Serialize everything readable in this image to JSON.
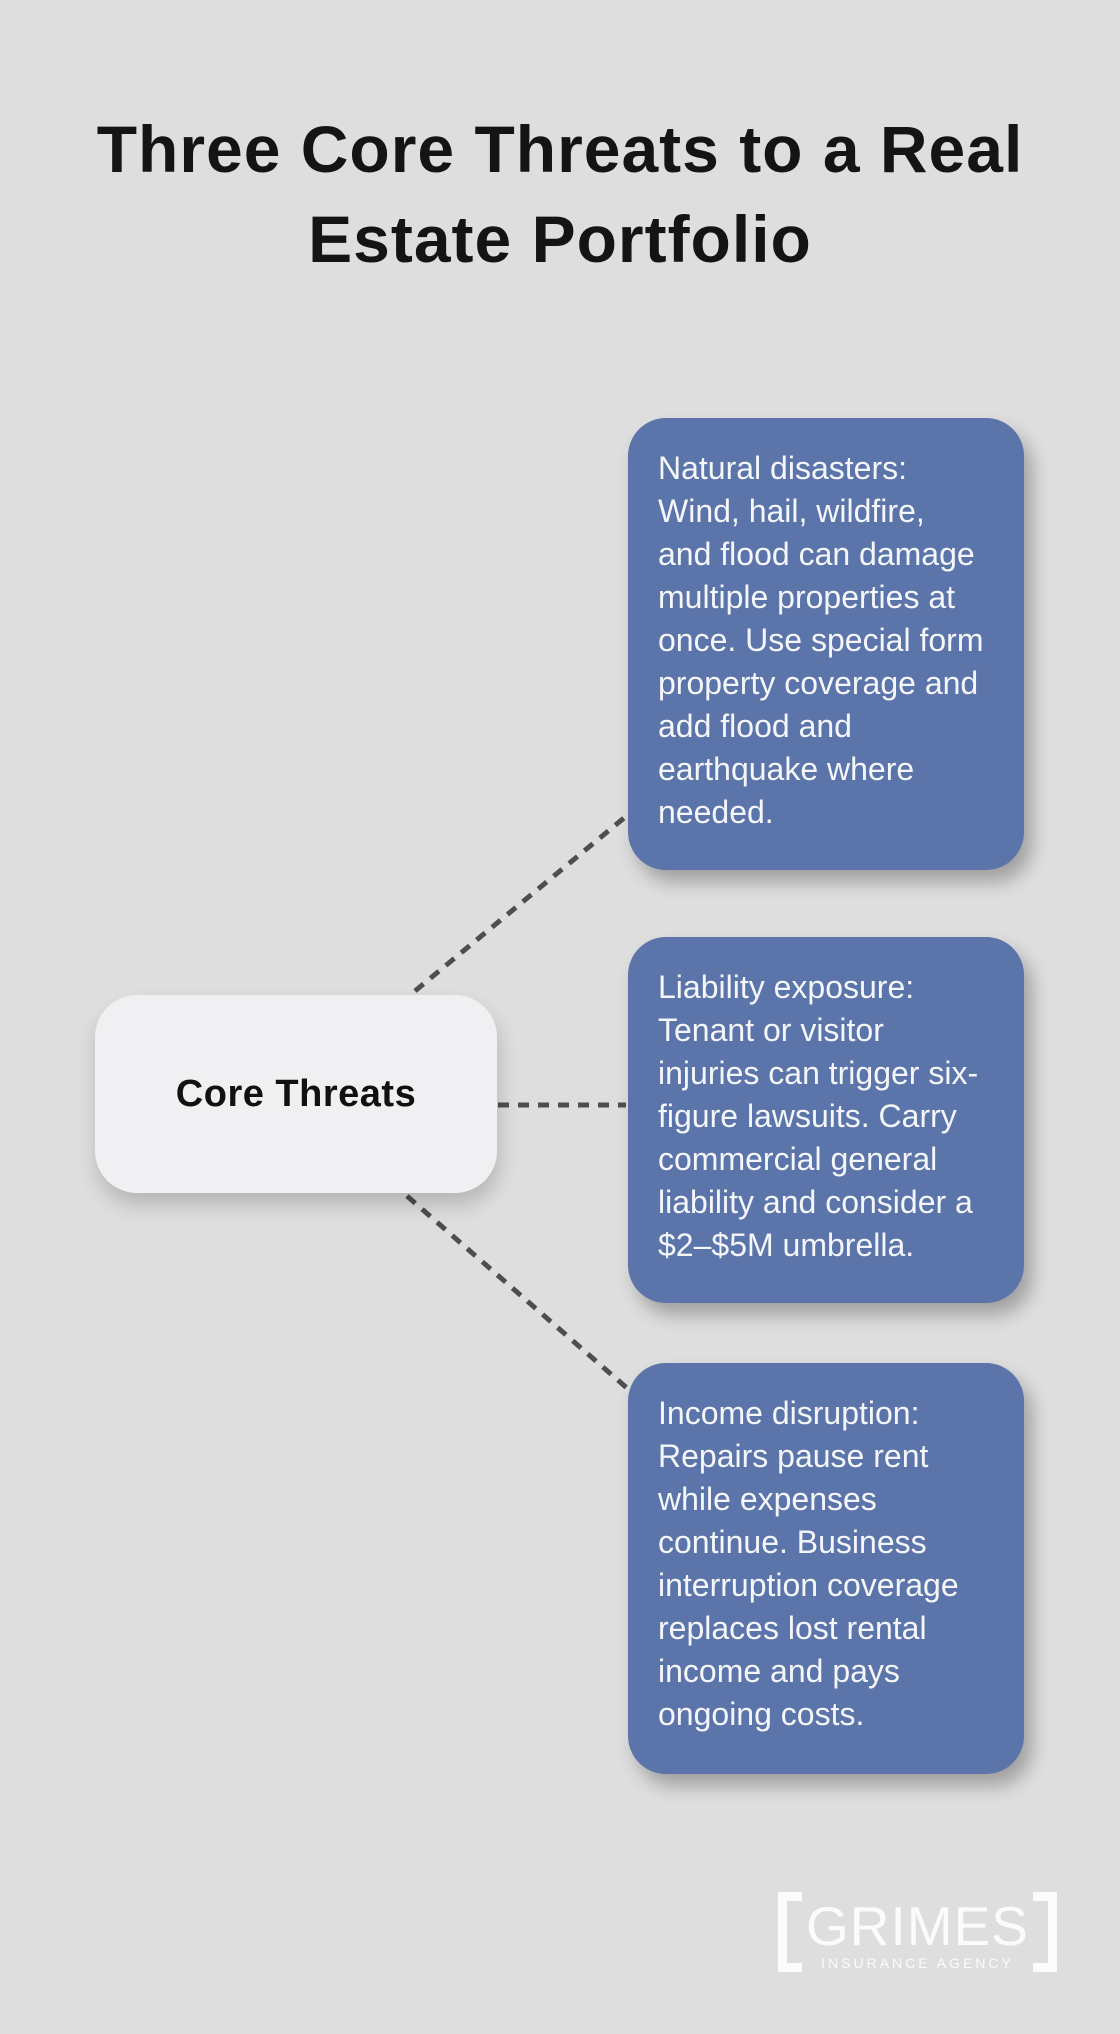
{
  "title": "Three Core Threats to a Real\nEstate Portfolio",
  "center_node": {
    "label": "Core Threats"
  },
  "threats": [
    {
      "id": "natural-disasters",
      "text": "Natural disasters:\nWind, hail, wildfire,\nand flood can damage\nmultiple properties at\nonce. Use special form\nproperty coverage and\nadd flood and\nearthquake where\nneeded."
    },
    {
      "id": "liability-exposure",
      "text": "Liability exposure:\nTenant or visitor\ninjuries can trigger six-\nfigure lawsuits. Carry\ncommercial general\nliability and consider a\n$2–$5M umbrella."
    },
    {
      "id": "income-disruption",
      "text": "Income disruption:\nRepairs pause rent\nwhile expenses\ncontinue. Business\ninterruption coverage\nreplaces lost rental\nincome and pays\nongoing costs."
    }
  ],
  "logo": {
    "name": "GRIMES",
    "subtitle": "INSURANCE AGENCY"
  },
  "colors": {
    "background": "#dedede",
    "card_blue": "#5b74a9",
    "node_background": "#f0f0f2",
    "connector_gray": "#4e4e4e",
    "title_text": "#141414",
    "card_text": "#f4f6f9",
    "logo_text": "#fbfbfb"
  }
}
